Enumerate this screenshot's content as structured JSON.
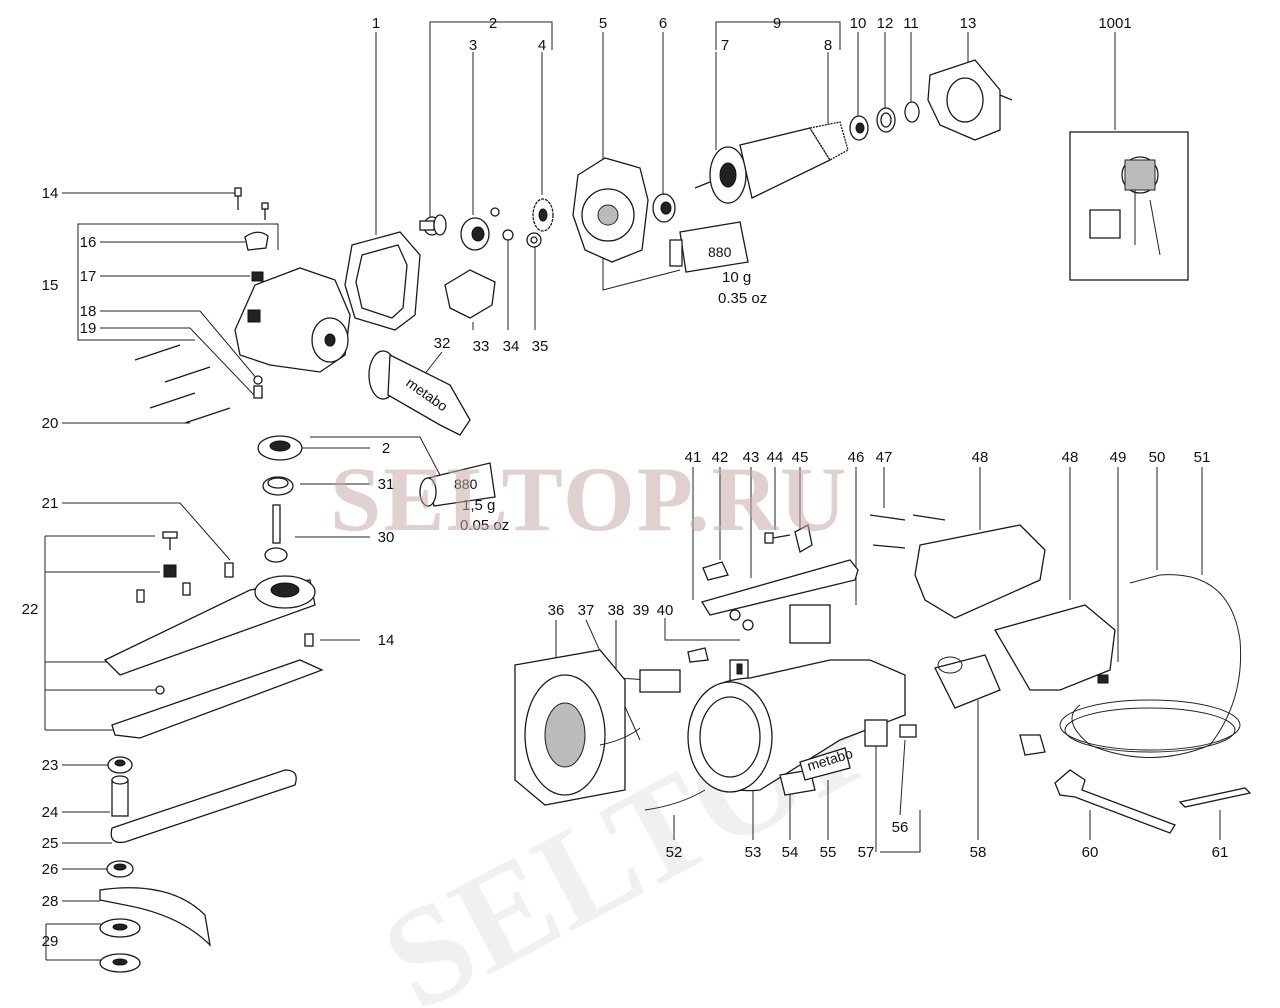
{
  "watermark": "SELTOP.RU",
  "callouts": [
    "1",
    "2",
    "3",
    "4",
    "5",
    "6",
    "7",
    "8",
    "9",
    "10",
    "11",
    "12",
    "13",
    "14",
    "15",
    "16",
    "17",
    "18",
    "19",
    "20",
    "21",
    "22",
    "23",
    "24",
    "25",
    "26",
    "28",
    "29",
    "30",
    "31",
    "32",
    "33",
    "34",
    "35",
    "36",
    "37",
    "38",
    "39",
    "40",
    "41",
    "42",
    "43",
    "44",
    "45",
    "46",
    "47",
    "48",
    "49",
    "50",
    "51",
    "52",
    "53",
    "54",
    "55",
    "56",
    "57",
    "58",
    "60",
    "61",
    "1001"
  ],
  "grease_large": {
    "code": "880",
    "weight": "10 g",
    "ounces": "0.35 oz"
  },
  "grease_small": {
    "code": "880",
    "weight": "1,5 g",
    "ounces": "0.05 oz"
  },
  "sticker": "metabo",
  "handle_brand": "metabo"
}
